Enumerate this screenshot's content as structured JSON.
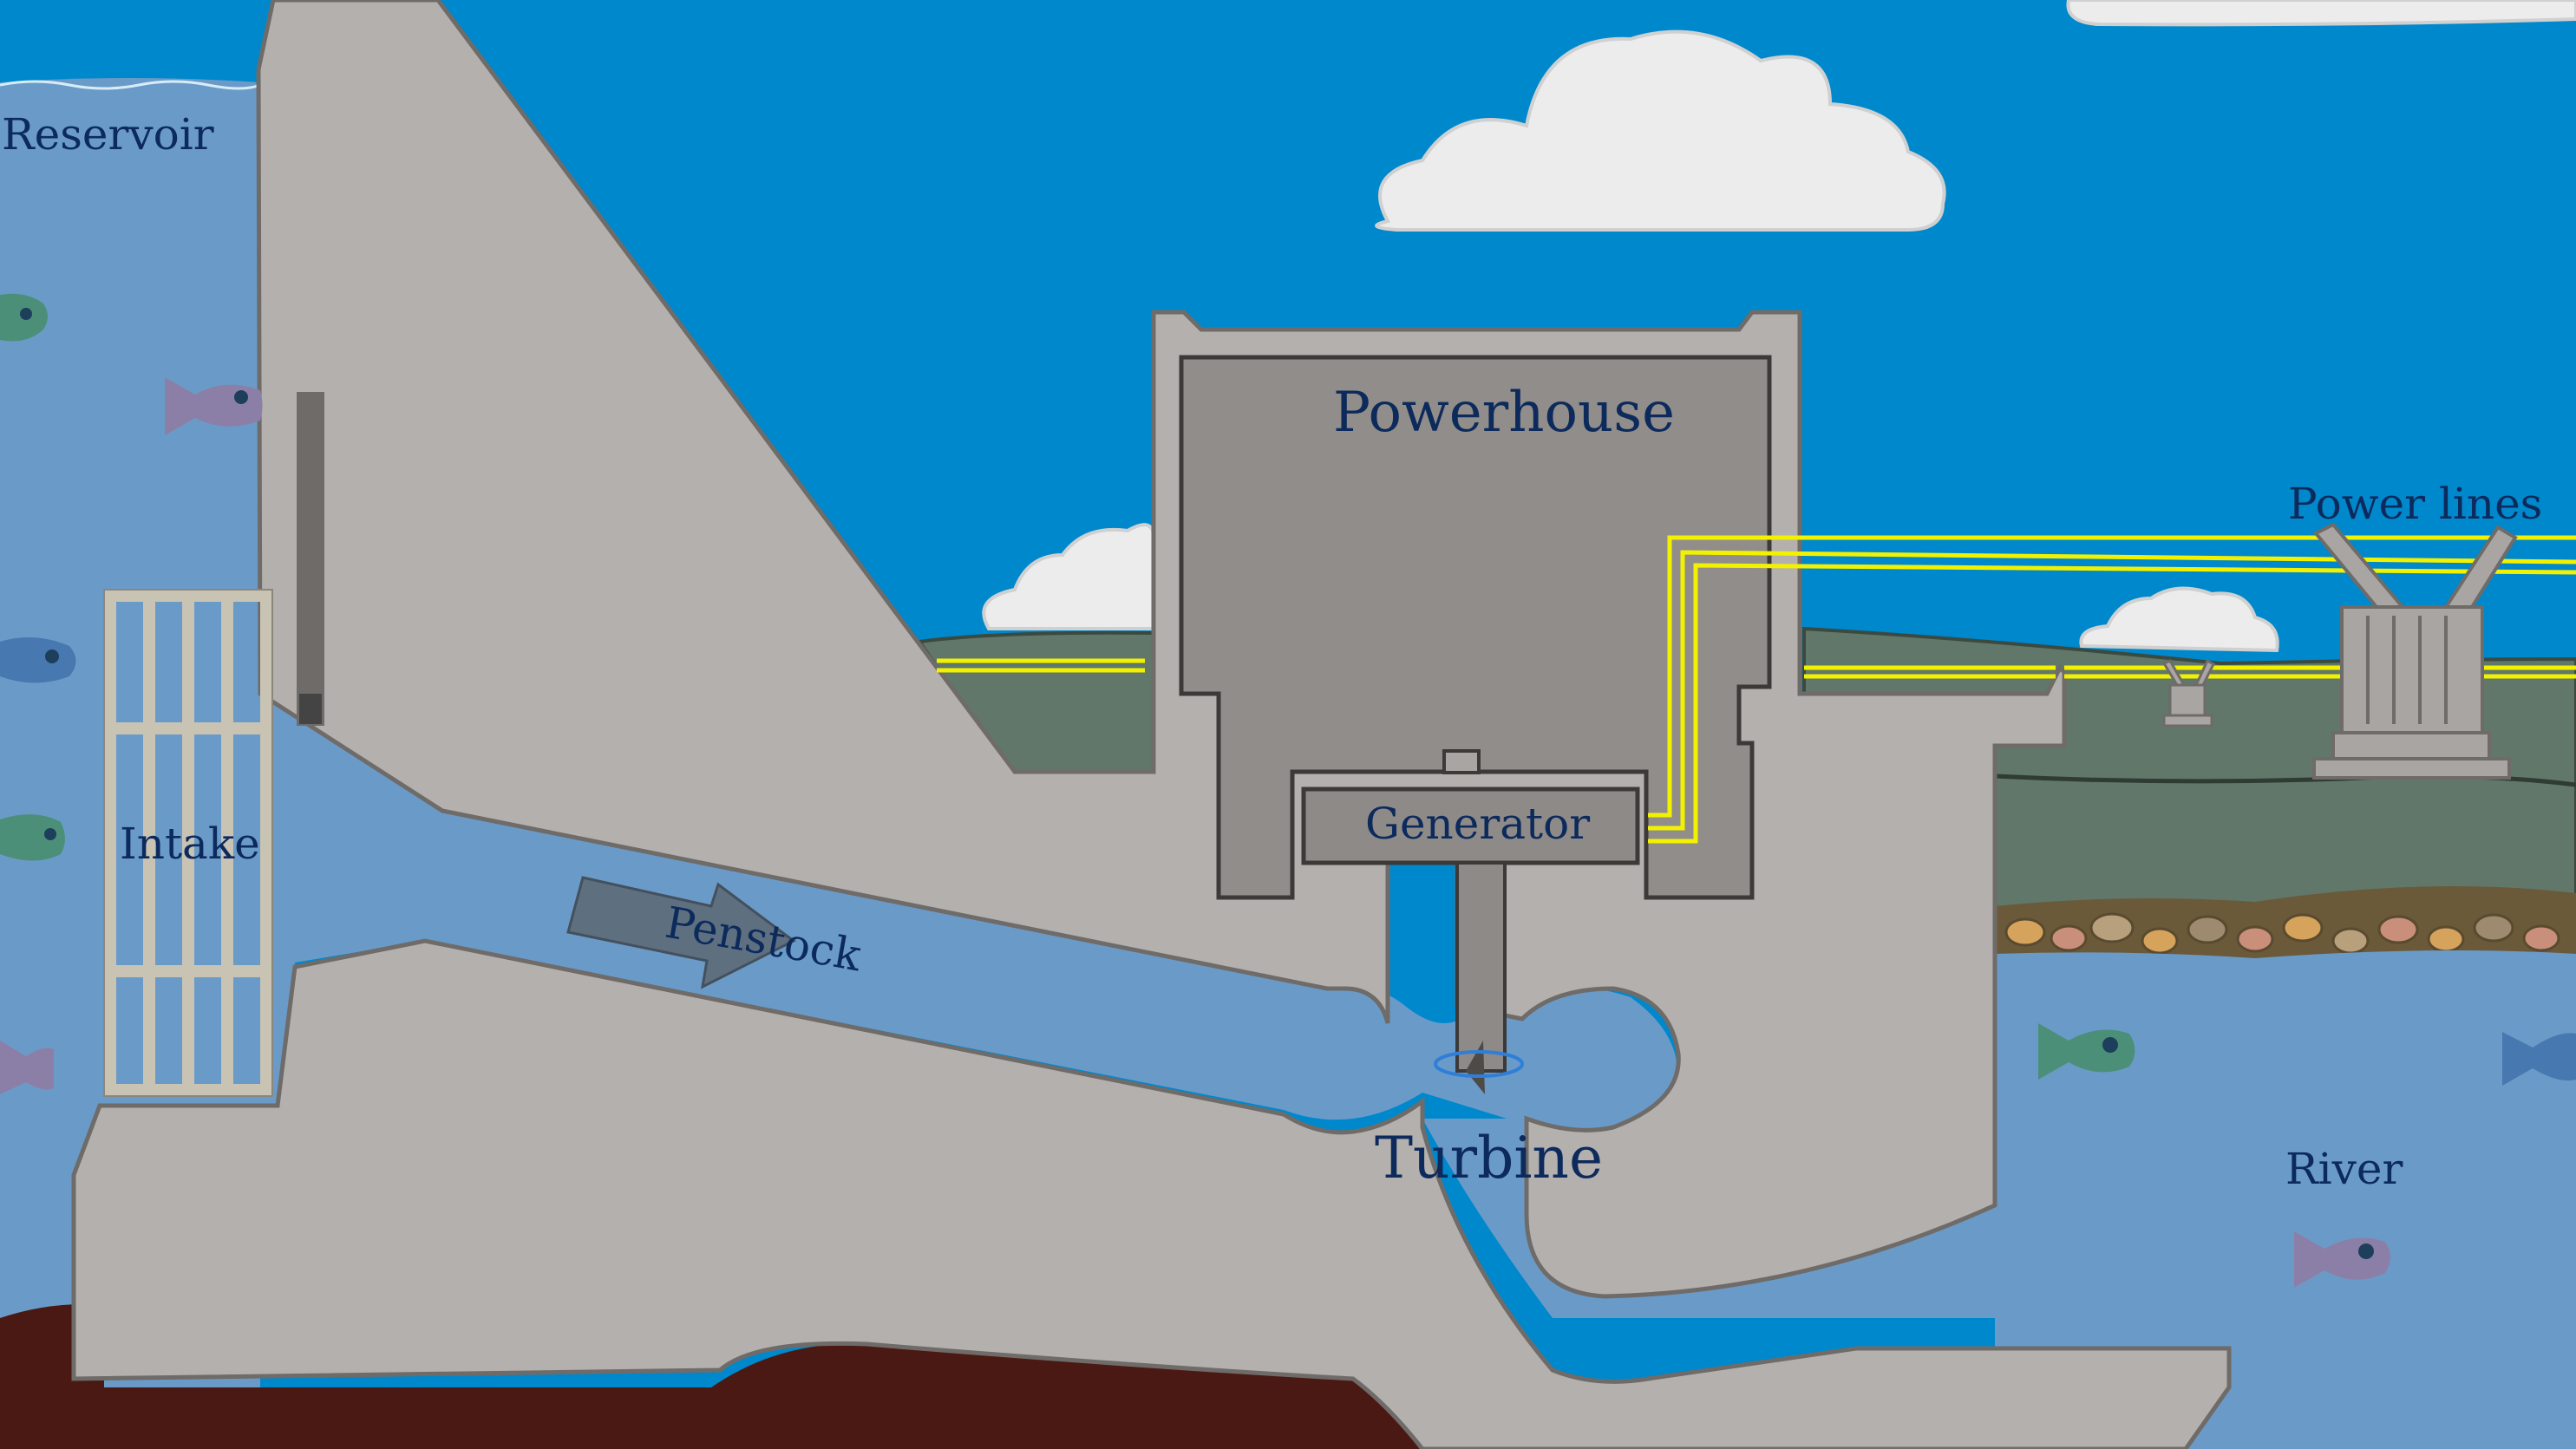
{
  "diagram": {
    "labels": {
      "reservoir": "Reservoir",
      "intake": "Intake",
      "penstock": "Penstock",
      "powerhouse": "Powerhouse",
      "generator": "Generator",
      "turbine": "Turbine",
      "power_lines": "Power lines",
      "river": "River"
    },
    "colors": {
      "sky": "#0088cc",
      "reservoir_water": "#6a9bc8",
      "concrete": "#b4b0ad",
      "concrete_outline": "#6f6b69",
      "powerhouse_interior": "#918d8a",
      "ground_green": "#61776a",
      "riverbed_soil": "#4a1913",
      "power_line": "#f2f200",
      "label_text": "#0d2a5c",
      "cloud": "#ececec"
    },
    "icons": [
      "cloud-icon",
      "fish-icon",
      "transformer-icon",
      "flow-arrow-icon",
      "intake-grate-icon"
    ]
  }
}
